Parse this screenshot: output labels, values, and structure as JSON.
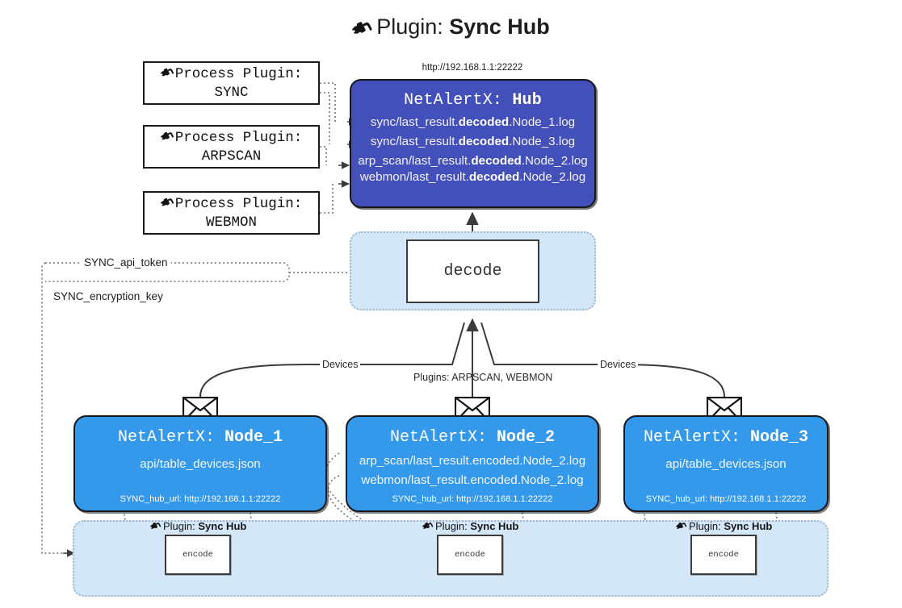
{
  "header": {
    "icon": "plug-icon",
    "prefix": "Plugin:",
    "name": "Sync Hub"
  },
  "process_plugins": [
    {
      "icon": "plug-icon",
      "line1": "Process Plugin:",
      "line2": "SYNC"
    },
    {
      "icon": "plug-icon",
      "line1": "Process Plugin:",
      "line2": "ARPSCAN"
    },
    {
      "icon": "plug-icon",
      "line1": "Process Plugin:",
      "line2": "WEBMON"
    }
  ],
  "hub": {
    "url": "http://192.168.1.1:22222",
    "title_prefix": "NetAlertX:",
    "title_name": "Hub",
    "logs": [
      {
        "pre": "sync/last_result.",
        "mid": "decoded",
        "post": ".Node_1.log"
      },
      {
        "pre": "sync/last_result.",
        "mid": "decoded",
        "post": ".Node_3.log"
      },
      {
        "pre": "arp_scan/last_result.",
        "mid": "decoded",
        "post": ".Node_2.log"
      },
      {
        "pre": "webmon/last_result.",
        "mid": "decoded",
        "post": ".Node_2.log"
      }
    ]
  },
  "decode": {
    "label": "decode"
  },
  "secrets": [
    {
      "label": "SYNC_api_token"
    },
    {
      "label": "SYNC_encryption_key"
    }
  ],
  "edges": {
    "devices_left": "Devices",
    "devices_right": "Devices",
    "plugins_center": "Plugins: ARPSCAN, WEBMON"
  },
  "nodes": [
    {
      "envelope_icon": "envelope-icon",
      "title_prefix": "NetAlertX:",
      "title_name": "Node_1",
      "lines": [
        {
          "pre": "api/table_devices.json",
          "mid": "",
          "post": ""
        }
      ],
      "hub_url_label": "SYNC_hub_url: http://192.168.1.1:22222"
    },
    {
      "envelope_icon": "envelope-icon",
      "title_prefix": "NetAlertX:",
      "title_name": "Node_2",
      "lines": [
        {
          "pre": "arp_scan/last_result.encoded.Node_2.log",
          "mid": "",
          "post": ""
        },
        {
          "pre": "webmon/last_result.encoded.Node_2.log",
          "mid": "",
          "post": ""
        }
      ],
      "hub_url_label": "SYNC_hub_url: http://192.168.1.1:22222"
    },
    {
      "envelope_icon": "envelope-icon",
      "title_prefix": "NetAlertX:",
      "title_name": "Node_3",
      "lines": [
        {
          "pre": "api/table_devices.json",
          "mid": "",
          "post": ""
        }
      ],
      "hub_url_label": "SYNC_hub_url: http://192.168.1.1:22222"
    }
  ],
  "encoders": [
    {
      "icon": "plug-icon",
      "label_prefix": "Plugin:",
      "label_name": "Sync Hub",
      "box_label": "encode"
    },
    {
      "icon": "plug-icon",
      "label_prefix": "Plugin:",
      "label_name": "Sync Hub",
      "box_label": "encode"
    },
    {
      "icon": "plug-icon",
      "label_prefix": "Plugin:",
      "label_name": "Sync Hub",
      "box_label": "encode"
    }
  ],
  "colors": {
    "hub": "#4450b9",
    "node": "#3498eb",
    "cloud": "#d4e7f9",
    "stroke": "#3b3b3b"
  }
}
